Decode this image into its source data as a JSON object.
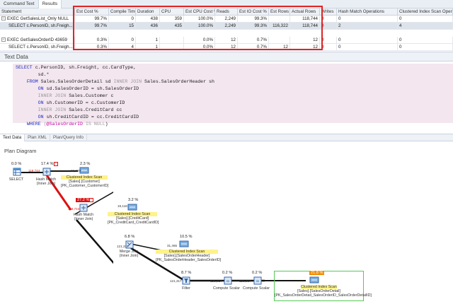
{
  "tabs": [
    "Command Text",
    "Results"
  ],
  "grid": {
    "headers": [
      "Statement",
      "Est Cost %",
      "Compile Time",
      "Duration",
      "CPU",
      "Est CPU Cost %",
      "Reads",
      "Est IO Cost %",
      "Est Rows",
      "Actual Rows",
      "Writes",
      "Hash Match Operations",
      "Clustered Index Scan Operations"
    ],
    "rows": [
      {
        "statement": "EXEC GetSalesList_Only NULL",
        "expander": "−",
        "est_cost": "99.7%",
        "compile": "0",
        "duration": "438",
        "cpu": "359",
        "cpu_cost": "100.0%",
        "reads": "2,249",
        "io_cost": "99.3%",
        "est_rows": "",
        "actual_rows": "118,744",
        "writes": "0",
        "hash": "0",
        "scan": "0"
      },
      {
        "statement": "SELECT c.PersonID, sh.Freigh...",
        "expander": "",
        "est_cost": "99.7%",
        "compile": "15",
        "duration": "436",
        "cpu": "435",
        "cpu_cost": "100.0%",
        "reads": "2,249",
        "io_cost": "99.3%",
        "est_rows": "116,322",
        "actual_rows": "118,744",
        "writes": "0",
        "hash": "2",
        "scan": "4"
      },
      {
        "statement": "EXEC GetSalesOrderID 43659",
        "expander": "−",
        "est_cost": "0.3%",
        "compile": "0",
        "duration": "1",
        "cpu": "",
        "cpu_cost": "0.0%",
        "reads": "12",
        "io_cost": "0.7%",
        "est_rows": "",
        "actual_rows": "12",
        "writes": "0",
        "hash": "0",
        "scan": "0"
      },
      {
        "statement": "SELECT c.PersonID, sh.Freigh...",
        "expander": "",
        "est_cost": "0.3%",
        "compile": "4",
        "duration": "1",
        "cpu": "",
        "cpu_cost": "0.0%",
        "reads": "12",
        "io_cost": "0.7%",
        "est_rows": "12",
        "actual_rows": "12",
        "writes": "0",
        "hash": "0",
        "scan": "0"
      }
    ]
  },
  "text_panel": {
    "title": "Text Data",
    "lines": [
      [
        [
          "kw",
          "SELECT "
        ],
        [
          "t",
          "c.PersonID, sh.Freight, cc.CardType,"
        ]
      ],
      [
        [
          "t",
          "        sd.*"
        ]
      ],
      [
        [
          "kw",
          "    FROM "
        ],
        [
          "t",
          "Sales.SalesOrderDetail sd "
        ],
        [
          "gr",
          "INNER JOIN "
        ],
        [
          "t",
          "Sales.SalesOrderHeader sh"
        ]
      ],
      [
        [
          "kw",
          "        ON "
        ],
        [
          "t",
          "sd.SalesOrderID = sh.SalesOrderID"
        ]
      ],
      [
        [
          "gr",
          "        INNER JOIN "
        ],
        [
          "t",
          "Sales.Customer c"
        ]
      ],
      [
        [
          "kw",
          "        ON "
        ],
        [
          "t",
          "sh.CustomerID = c.CustomerID"
        ]
      ],
      [
        [
          "gr",
          "        INNER JOIN "
        ],
        [
          "t",
          "Sales.CreditCard cc"
        ]
      ],
      [
        [
          "kw",
          "        ON "
        ],
        [
          "t",
          "sh.CreditCardID = cc.CreditCardID"
        ]
      ],
      [
        [
          "kw",
          "    WHERE "
        ],
        [
          "gr",
          "("
        ],
        [
          "fn",
          "@SalesOrderID "
        ],
        [
          "gr",
          "IS NULL"
        ],
        [
          "t",
          ")"
        ]
      ]
    ]
  },
  "bottom_tabs": [
    "Text Data",
    "Plan XML",
    "Plan/Query Info"
  ],
  "plan": {
    "title": "Plan Diagram",
    "nodes": {
      "select": {
        "pct": "0.0 %",
        "name": "SELECT",
        "sub": ""
      },
      "hash1": {
        "pct": "17.4 %",
        "name": "Hash Match",
        "sub": "(Inner Join)"
      },
      "scan_customer": {
        "pct": "2.3 %",
        "name": "Clustered Index Scan",
        "sub": "[Sales].[Customer]",
        "sub2": "[PK_Customer_CustomerID]"
      },
      "hash2": {
        "pct": "27.2 %",
        "name": "Hash Match",
        "sub": "(Inner Join)"
      },
      "scan_card": {
        "pct": "3.2 %",
        "name": "Clustered Index Scan",
        "sub": "[Sales].[CreditCard]",
        "sub2": "[PK_CreditCard_CreditCardID]"
      },
      "merge": {
        "pct": "6.8 %",
        "name": "Merge Join",
        "sub": "(Inner Join)"
      },
      "scan_header": {
        "pct": "10.5 %",
        "name": "Clustered Index Scan",
        "sub": "[Sales].[SalesOrderHeader]",
        "sub2": "[PK_SalesOrderHeader_SalesOrderID]"
      },
      "filter": {
        "pct": "8.7 %",
        "name": "Filter",
        "sub": ""
      },
      "compute1": {
        "pct": "0.2 %",
        "name": "Compute Scalar",
        "sub": ""
      },
      "compute2": {
        "pct": "0.2 %",
        "name": "Compute Scalar",
        "sub": ""
      },
      "scan_detail": {
        "pct": "21.8 %",
        "name": "Clustered Index Scan",
        "sub": "[Sales].[SalesOrderDetail]",
        "sub2": "[PK_SalesOrderDetail_SalesOrderID_SalesOrderDetailID]"
      }
    },
    "row_labels": {
      "r1": "118,744",
      "r2": "19,820",
      "r3": "118,744",
      "r4": "19,118",
      "r5": "121,317",
      "r6": "31,465",
      "r7": "121,317",
      "r8": "121,317",
      "r9": "121,317"
    }
  }
}
